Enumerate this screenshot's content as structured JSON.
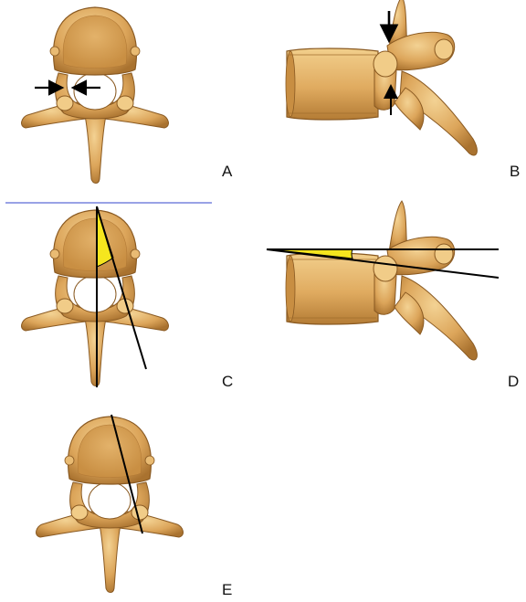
{
  "panels": [
    {
      "id": "A",
      "label": "A",
      "view": "superior"
    },
    {
      "id": "B",
      "label": "B",
      "view": "lateral"
    },
    {
      "id": "C",
      "label": "C",
      "view": "superior"
    },
    {
      "id": "D",
      "label": "D",
      "view": "lateral"
    },
    {
      "id": "E",
      "label": "E",
      "view": "superior"
    }
  ],
  "colors": {
    "bone": "#d9a65c",
    "bone_light": "#f0cd8a",
    "bone_shadow": "#9c6a2c",
    "bone_outline": "#7a4f1d",
    "angle_fill": "#f5e61e",
    "annotation": "#000000",
    "guide_line": "#3344cc"
  }
}
